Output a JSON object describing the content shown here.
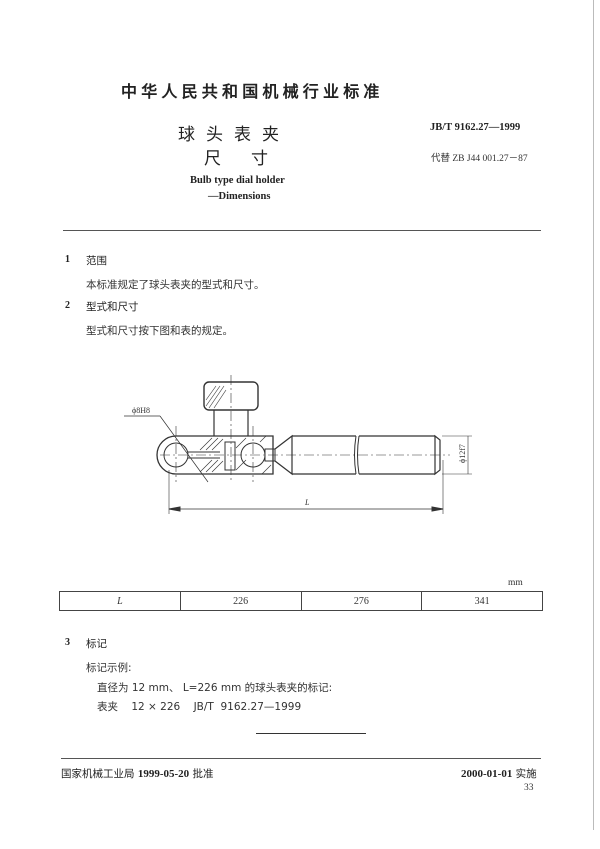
{
  "header": {
    "standard_body": "中华人民共和国机械行业标准",
    "title_cn_line1": "球头表夹",
    "title_cn_line2": "尺寸",
    "title_en_line1": "Bulb type dial holder",
    "title_en_line2": "—Dimensions",
    "standard_number": "JB/T 9162.27—1999",
    "replaces": "代替 ZB J44 001.27－87"
  },
  "sections": [
    {
      "num": "1",
      "title": "范围",
      "body": "本标准规定了球头表夹的型式和尺寸。"
    },
    {
      "num": "2",
      "title": "型式和尺寸",
      "body": "型式和尺寸按下图和表的规定。"
    },
    {
      "num": "3",
      "title": "标记"
    }
  ],
  "drawing": {
    "bore_label": "ϕ8H8",
    "diameter_label": "ϕ12f7",
    "length_label": "L"
  },
  "table": {
    "unit": "mm",
    "label": "L",
    "values": [
      "226",
      "276",
      "341"
    ]
  },
  "marking": {
    "example_label": "标记示例:",
    "example_desc": "直径为 12 mm、 L=226 mm 的球头表夹的标记:",
    "example_code": "表夹    12 × 226    JB/T  9162.27—1999"
  },
  "footer": {
    "issuer": "国家机械工业局",
    "approve_date": "1999-05-20",
    "approve_label": "批准",
    "implement_date": "2000-01-01",
    "implement_label": "实施",
    "page_number": "33"
  }
}
